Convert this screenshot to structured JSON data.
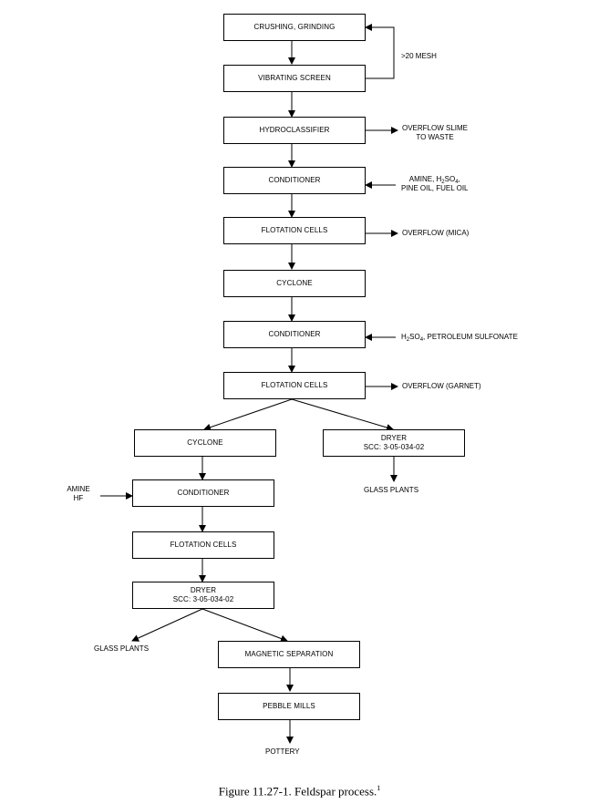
{
  "boxes": {
    "crushing": "CRUSHING, GRINDING",
    "vibrating": "VIBRATING SCREEN",
    "hydro": "HYDROCLASSIFIER",
    "cond1": "CONDITIONER",
    "flot1": "FLOTATION CELLS",
    "cyclone1": "CYCLONE",
    "cond2": "CONDITIONER",
    "flot2": "FLOTATION CELLS",
    "cyclone2": "CYCLONE",
    "dryer1": {
      "title": "DRYER",
      "scc": "SCC:  3-05-034-02"
    },
    "cond3": "CONDITIONER",
    "flot3": "FLOTATION CELLS",
    "dryer2": {
      "title": "DRYER",
      "scc": "SCC:  3-05-034-02"
    },
    "magnetic": "MAGNETIC SEPARATION",
    "pebble": "PEBBLE MILLS"
  },
  "labels": {
    "mesh": ">20 MESH",
    "overflow_slime_1": "OVERFLOW SLIME",
    "overflow_slime_2": "TO WASTE",
    "amine_1_a": "AMINE, H",
    "amine_1_sub1": "2",
    "amine_1_b": "SO",
    "amine_1_sub2": "4",
    "amine_1_c": ",",
    "amine_2": "PINE OIL, FUEL OIL",
    "overflow_mica": "OVERFLOW (MICA)",
    "h2so4_a": "H",
    "h2so4_sub1": "2",
    "h2so4_b": "SO",
    "h2so4_sub2": "4",
    "h2so4_c": ", PETROLEUM SULFONATE",
    "overflow_garnet": "OVERFLOW (GARNET)",
    "glass_plants_right": "GLASS PLANTS",
    "amine_hf_1": "AMINE",
    "amine_hf_2": "HF",
    "glass_plants_left": "GLASS PLANTS",
    "pottery": "POTTERY"
  },
  "caption": {
    "text": "Figure 11.27-1.  Feldspar process.",
    "ref": "1"
  }
}
